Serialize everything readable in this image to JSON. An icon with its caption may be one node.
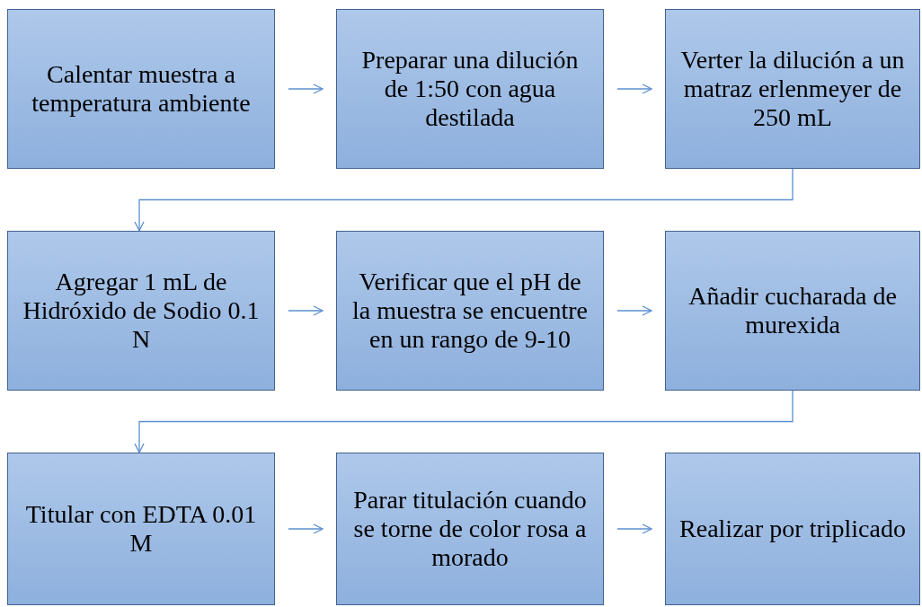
{
  "diagram": {
    "nodes": [
      {
        "text": [
          "Calentar muestra a temperatura ambiente"
        ]
      },
      {
        "text": [
          "Preparar una dilución de 1:50 con agua destilada"
        ]
      },
      {
        "text": [
          "Verter la dilución a un matraz erlenmeyer de 250 mL"
        ]
      },
      {
        "text": [
          "Agregar 1 mL de Hidróxido de Sodio 0.1 N"
        ]
      },
      {
        "text": [
          "Verificar que el pH de la muestra se encuentre en un rango de 9-10"
        ]
      },
      {
        "text": [
          "Añadir cucharada de murexida"
        ]
      },
      {
        "text": [
          "Titular con EDTA 0.01 M"
        ]
      },
      {
        "text": [
          "Parar titulación cuando se torne de color rosa a morado"
        ]
      },
      {
        "text": [
          "Realizar por triplicado"
        ]
      }
    ],
    "edges": [
      {
        "from": 0,
        "to": 1,
        "arrow": "to"
      },
      {
        "from": 1,
        "to": 2,
        "arrow": "to"
      },
      {
        "from": 2,
        "to": 3,
        "arrow": "to"
      },
      {
        "from": 3,
        "to": 4,
        "arrow": "to"
      },
      {
        "from": 4,
        "to": 5,
        "arrow": "to"
      },
      {
        "from": 5,
        "to": 6,
        "arrow": "to"
      },
      {
        "from": 6,
        "to": 7,
        "arrow": "to"
      },
      {
        "from": 7,
        "to": 8,
        "arrow": "to"
      }
    ]
  }
}
